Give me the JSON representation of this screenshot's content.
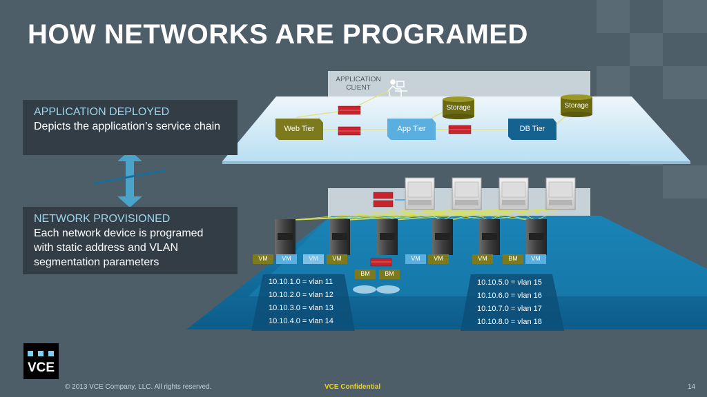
{
  "title": "HOW NETWORKS ARE PROGRAMED",
  "top_panel": {
    "heading": "APPLICATION DEPLOYED",
    "text": "Depicts the application’s service chain"
  },
  "bottom_panel": {
    "heading": "NETWORK PROVISIONED",
    "lines": [
      "Each network device is programed",
      "with static address and VLAN",
      "segmentation parameters"
    ]
  },
  "app_layer": {
    "client_label_1": "APPLICATION",
    "client_label_2": "CLIENT",
    "web_tier": "Web Tier",
    "app_tier": "App Tier",
    "db_tier": "DB Tier",
    "storage_1": "Storage",
    "storage_2": "Storage"
  },
  "vm_labels": [
    "VM",
    "VM",
    "VM",
    "VM",
    "VM",
    "VM",
    "VM",
    "BM",
    "VM"
  ],
  "bm_labels": [
    "BM",
    "BM"
  ],
  "vlans_left": [
    "10.10.1.0 = vlan 11",
    "10.10.2.0 = vlan 12",
    "10.10.3.0 = vlan 13",
    "10.10.4.0 = vlan 14"
  ],
  "vlans_right": [
    "10.10.5.0 = vlan 15",
    "10.10.6.0 = vlan 16",
    "10.10.7.0 = vlan 17",
    "10.10.8.0 = vlan 18"
  ],
  "footer": {
    "copyright": "© 2013 VCE Company, LLC. All rights reserved.",
    "confidential": "VCE Confidential",
    "page": "14"
  },
  "logo_text": "VCE",
  "colors": {
    "background": "#4e5e69",
    "panel": "#333d45",
    "heading_accent": "#9fd4ea",
    "web_tier": "#7c7a1c",
    "app_tier": "#5aaee0",
    "db_tier": "#13628f",
    "storage": "#6b6a10",
    "firewall": "#c8232b",
    "confidential": "#f2d500"
  }
}
